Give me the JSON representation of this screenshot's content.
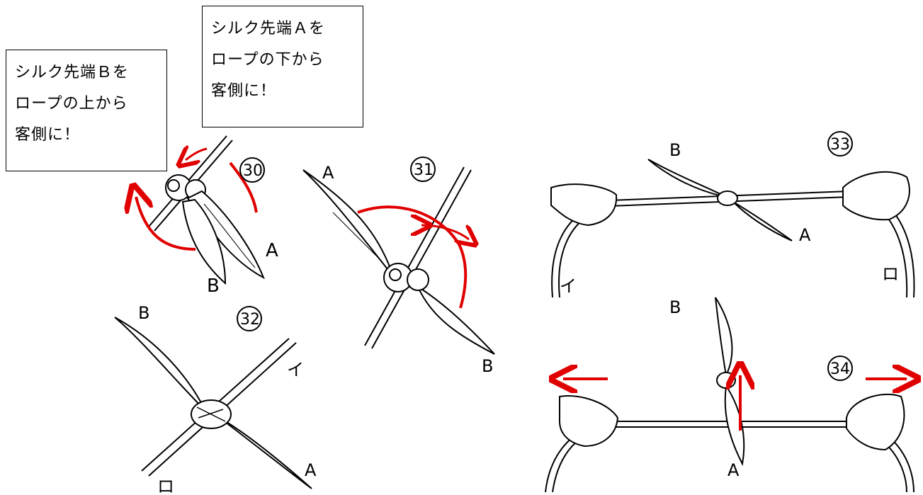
{
  "callouts": {
    "silk_b": {
      "line1": "シルク先端Ｂを",
      "line2": "ロープの上から",
      "line3": "客側に！"
    },
    "silk_a": {
      "line1": "シルク先端Ａを",
      "line2": "ロープの下から",
      "line3": "客側に！"
    }
  },
  "steps": [
    {
      "number": "30",
      "labels": [
        "A",
        "B"
      ]
    },
    {
      "number": "31",
      "labels": [
        "A",
        "B"
      ]
    },
    {
      "number": "32",
      "labels": [
        "B",
        "A",
        "イ",
        "ロ"
      ]
    },
    {
      "number": "33",
      "labels": [
        "B",
        "A",
        "イ",
        "ロ"
      ]
    },
    {
      "number": "34",
      "labels": [
        "B",
        "A"
      ]
    }
  ],
  "colors": {
    "arrow": "#e00000",
    "line": "#000000"
  }
}
